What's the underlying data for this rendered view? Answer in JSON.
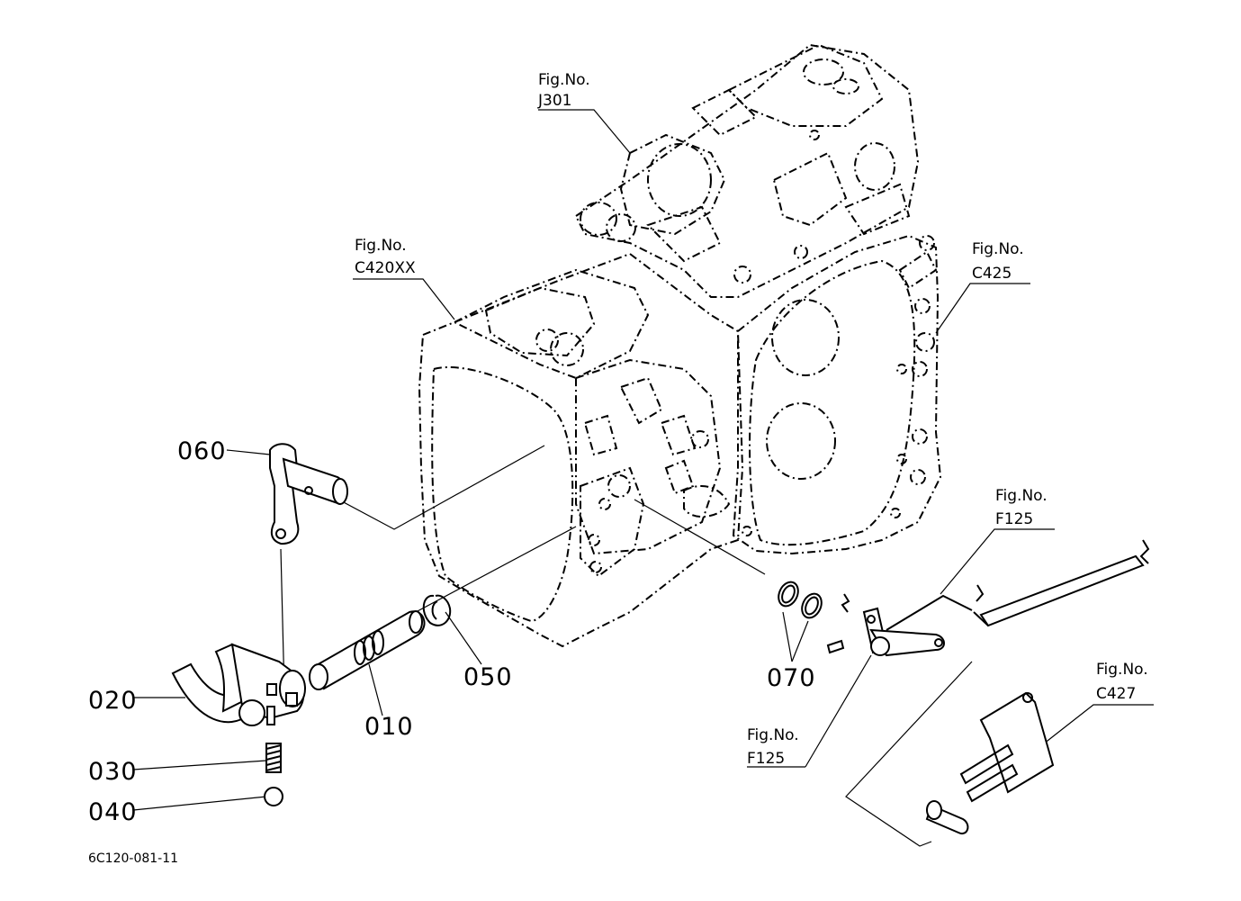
{
  "diagram_code": "6C120-081-11",
  "part_labels": {
    "p010": "010",
    "p020": "020",
    "p030": "030",
    "p040": "040",
    "p050": "050",
    "p060": "060",
    "p070": "070"
  },
  "figure_refs": {
    "j301": {
      "line1": "Fig.No.",
      "line2": "J301"
    },
    "c420xx": {
      "line1": "Fig.No.",
      "line2": "C420XX"
    },
    "c425": {
      "line1": "Fig.No.",
      "line2": "C425"
    },
    "f125_upper": {
      "line1": "Fig.No.",
      "line2": "F125"
    },
    "f125_lower": {
      "line1": "Fig.No.",
      "line2": "F125"
    },
    "c427": {
      "line1": "Fig.No.",
      "line2": "C427"
    }
  },
  "colors": {
    "ink": "#000000",
    "paper": "#ffffff"
  }
}
